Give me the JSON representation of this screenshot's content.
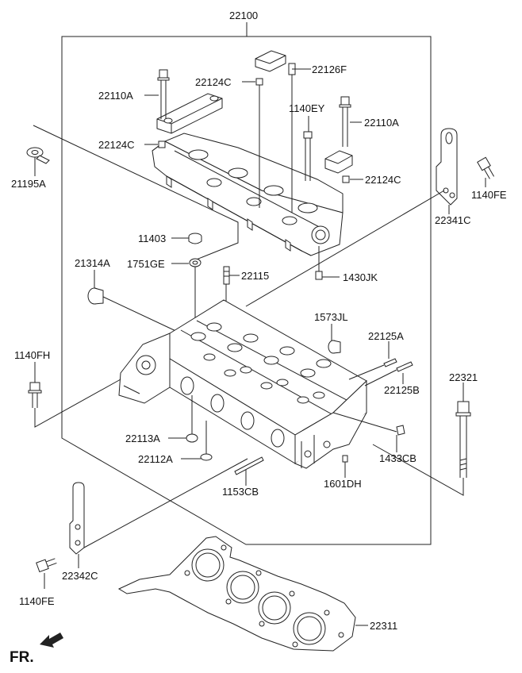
{
  "labels": {
    "l22100": "22100",
    "l22126F": "22126F",
    "l22124C_a": "22124C",
    "l22110A_a": "22110A",
    "l1140EY": "1140EY",
    "l22110A_b": "22110A",
    "l22124C_b": "22124C",
    "l22124C_c": "22124C",
    "l21195A": "21195A",
    "l1140FE_a": "1140FE",
    "l22341C": "22341C",
    "l11403": "11403",
    "l1751GE": "1751GE",
    "l22115": "22115",
    "l1430JK": "1430JK",
    "l21314A": "21314A",
    "l1573JL": "1573JL",
    "l22125A": "22125A",
    "l1140FH": "1140FH",
    "l22125B": "22125B",
    "l22321": "22321",
    "l22113A": "22113A",
    "l22112A": "22112A",
    "l1433CB": "1433CB",
    "l1153CB": "1153CB",
    "l1601DH": "1601DH",
    "l22342C": "22342C",
    "l1140FE_b": "1140FE",
    "l22311": "22311",
    "fr": "FR."
  }
}
